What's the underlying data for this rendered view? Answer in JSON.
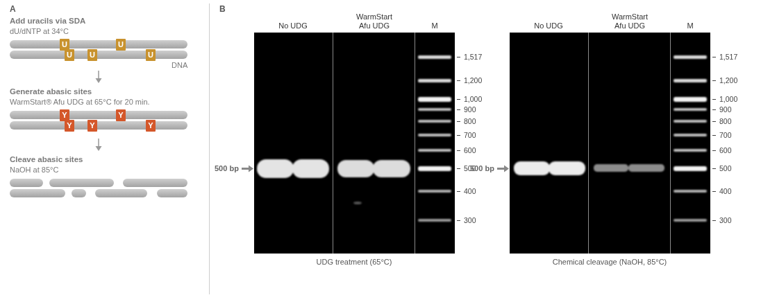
{
  "diagram": {
    "nodes": [
      {
        "text": [
          "U"
        ]
      },
      {
        "text": [
          "U"
        ]
      },
      {
        "text": [
          "U"
        ]
      },
      {
        "text": [
          "U"
        ]
      },
      {
        "text": [
          "U"
        ]
      },
      {
        "text": [
          "Y"
        ]
      },
      {
        "text": [
          "Y"
        ]
      },
      {
        "text": [
          "Y"
        ]
      },
      {
        "text": [
          "Y"
        ]
      },
      {
        "text": [
          "Y"
        ]
      }
    ],
    "labels": [
      "A",
      "Add uracils via SDA",
      "dU/dNTP at 34°C",
      "DNA",
      "Generate abasic sites",
      "WarmStart® Afu UDG at 65°C for 20 min.",
      "Cleave abasic sites",
      "NaOH at 85°C",
      "B",
      "No UDG",
      "WarmStart Afu UDG",
      "M",
      "1,517",
      "1,200",
      "1,000",
      "900",
      "800",
      "700",
      "600",
      "500",
      "400",
      "300",
      "500 bp",
      "UDG treatment (65°C)",
      "No UDG",
      "WarmStart Afu UDG",
      "M",
      "1,517",
      "1,200",
      "1,000",
      "900",
      "800",
      "700",
      "600",
      "500",
      "400",
      "300",
      "500 bp",
      "Chemical cleavage (NaOH, 85°C)"
    ]
  }
}
